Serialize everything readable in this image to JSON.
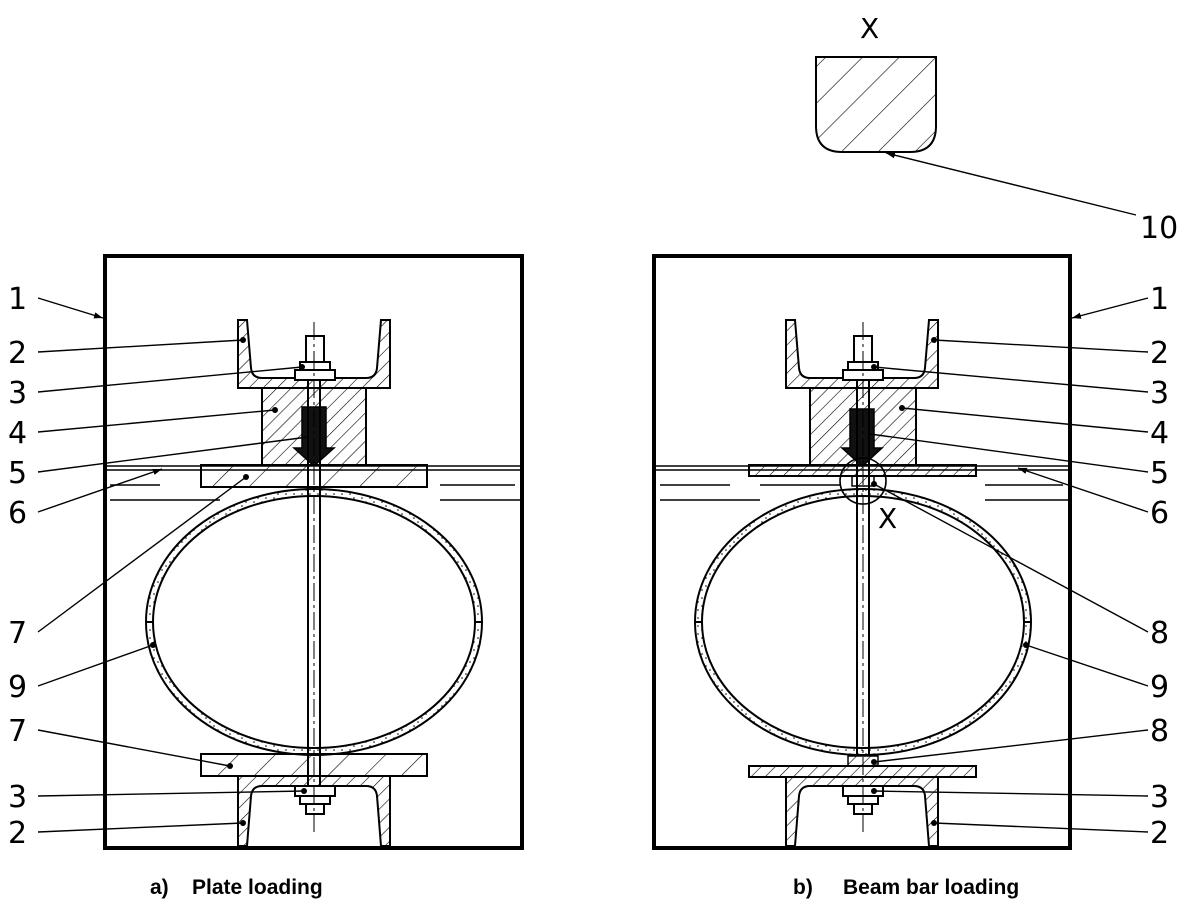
{
  "detail": {
    "letter": "X"
  },
  "callouts": {
    "n1": "1",
    "n2": "2",
    "n3": "3",
    "n4": "4",
    "n5": "5",
    "n6": "6",
    "n7": "7",
    "n8": "8",
    "n9": "9",
    "n10": "10"
  },
  "captions": {
    "a_marker": "a)",
    "a_text": "Plate loading",
    "b_marker": "b)",
    "b_text": "Beam bar loading"
  }
}
